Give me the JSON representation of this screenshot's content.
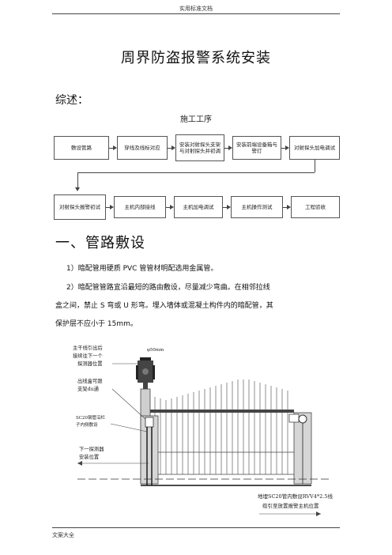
{
  "header": {
    "text": "实用标准文档"
  },
  "title": "周界防盗报警系统安装",
  "overview_label": "综述：",
  "flow": {
    "title": "施工工序",
    "row1": [
      "敷设管路",
      "穿线及线标对应",
      "安装对射探头支架与对射探头并初调",
      "安装前端设备箱与警灯",
      "对射探头加电调试"
    ],
    "row2": [
      "对射探头报警初试",
      "主机内部接线",
      "主机加电调试",
      "主机操作测试",
      "工程验收"
    ]
  },
  "section1": {
    "heading": "一、管路敷设",
    "p1": "1）暗配管用硬质 PVC 管管材明配选用金属管。",
    "p2_line1": "2）暗配管管路宜沿最短的路由敷设，尽量减少弯曲。在相邻拉线",
    "p2_line2": "盒之间，禁止 S 弯或 U 形弯。埋入墙体或混凝土构件内的暗配管，其",
    "p2_line3": "保护层不应小于 15mm。"
  },
  "diagram": {
    "pipe_label": "φ50mm",
    "callouts": [
      "主干线引出后",
      "接续往下一个",
      "探测器位置",
      "出线盒可跟",
      "支架du通",
      "SC20钢管沿栏",
      "子内侧敷设",
      "下一探测器",
      "安装位置"
    ],
    "bottom_line1": "地埋SC20管内敷设RVV4*2.5线",
    "bottom_line2": "缆引至放置报警主机位置"
  },
  "footer": {
    "text": "文案大全"
  }
}
